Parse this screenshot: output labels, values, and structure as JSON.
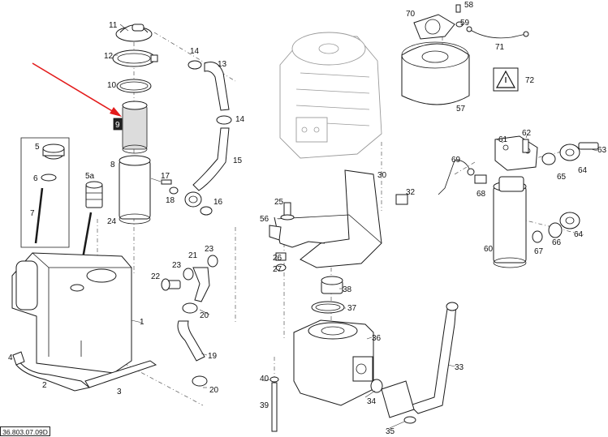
{
  "diagram": {
    "doc_ref": "36.803.07.09D",
    "highlight_color": "#e31b1b",
    "callouts": {
      "p1": "1",
      "p2": "2",
      "p3": "3",
      "p4": "4",
      "p5": "5",
      "p5a": "5a",
      "p6": "6",
      "p7": "7",
      "p8": "8",
      "p9": "9",
      "p10": "10",
      "p11": "11",
      "p12": "12",
      "p13": "13",
      "p14a": "14",
      "p14b": "14",
      "p15": "15",
      "p16": "16",
      "p17": "17",
      "p18": "18",
      "p19": "19",
      "p20a": "20",
      "p20b": "20",
      "p21": "21",
      "p22": "22",
      "p23a": "23",
      "p23b": "23",
      "p24": "24",
      "p25": "25",
      "p26": "26",
      "p27": "27",
      "p30": "30",
      "p32": "32",
      "p33": "33",
      "p34": "34",
      "p35": "35",
      "p36": "36",
      "p37": "37",
      "p38": "38",
      "p39": "39",
      "p40": "40",
      "p56": "56",
      "p57": "57",
      "p58": "58",
      "p59": "59",
      "p60": "60",
      "p61": "61",
      "p62": "62",
      "p63": "63",
      "p64a": "64",
      "p64b": "64",
      "p65": "65",
      "p66": "66",
      "p67": "67",
      "p68": "68",
      "p69": "69",
      "p70": "70",
      "p71": "71",
      "p72": "72"
    }
  }
}
